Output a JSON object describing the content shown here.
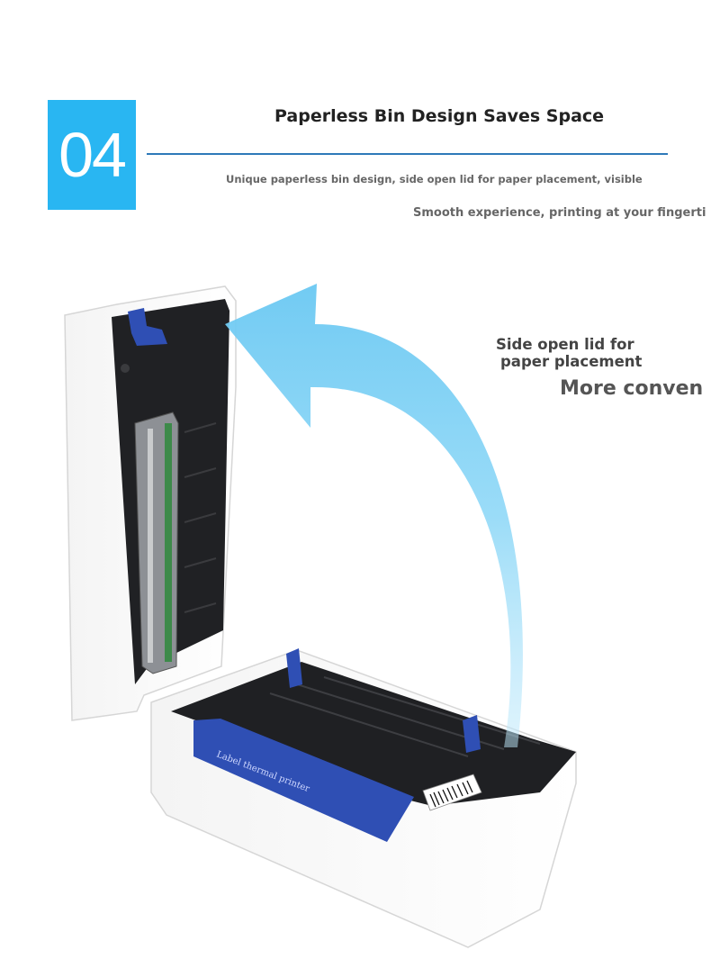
{
  "badge": {
    "number": "04",
    "color": "#29b6f2"
  },
  "header": {
    "title": "Paperless Bin Design Saves Space",
    "subtitle_line1": "Unique paperless bin design, side open lid for paper placement, visible",
    "subtitle_line2": "Smooth experience, printing at your fingerti"
  },
  "callout": {
    "line1": "Side open lid for",
    "line2": "paper placement",
    "emphasis": "More conven"
  },
  "printer": {
    "label_text": "Label thermal printer",
    "accent_color": "#2f4fb4",
    "arrow_color": "#7fd2f5"
  }
}
